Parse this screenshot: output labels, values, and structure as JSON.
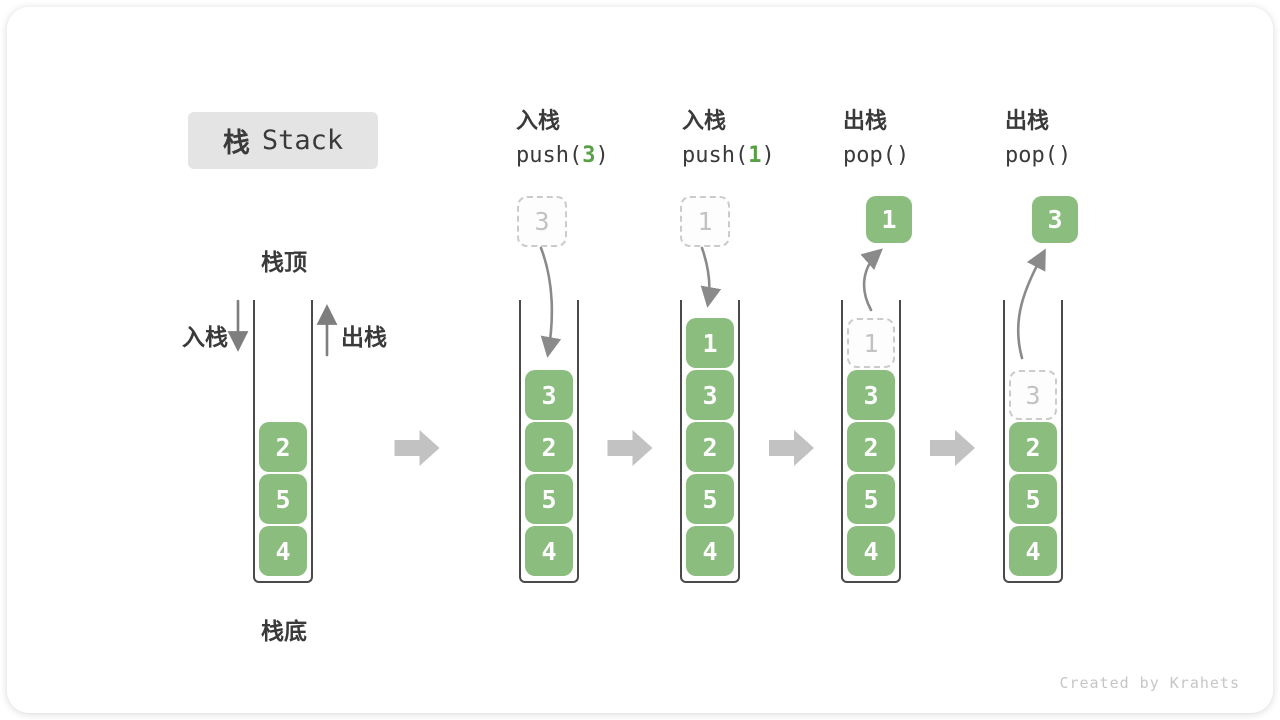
{
  "title": {
    "zh": "栈",
    "en": "Stack"
  },
  "side_labels": {
    "top": "栈顶",
    "bottom": "栈底",
    "push": "入栈",
    "pop": "出栈"
  },
  "watermark": "Created by Krahets",
  "colors": {
    "block_green": "#8ABD7E",
    "code_arg_green": "#58A046",
    "ghost_border": "#CBCBCB",
    "ghost_text": "#C2C2C2",
    "wall_dark": "#4A4A4A",
    "text_dark": "#3A3A3A",
    "flow_arrow_gray": "#C2C2C2",
    "thin_arrow_gray": "#8A8A8A",
    "title_bg": "#E4E4E4",
    "watermark_gray": "#C6C6C6"
  },
  "columns": [
    {
      "header": null,
      "floating": null,
      "blocks": [
        {
          "v": "2"
        },
        {
          "v": "5"
        },
        {
          "v": "4"
        }
      ]
    },
    {
      "header": {
        "zh": "入栈",
        "code_pre": "push(",
        "code_arg": "3",
        "code_post": ")"
      },
      "floating": {
        "v": "3",
        "style": "ghost"
      },
      "blocks": [
        {
          "v": "3"
        },
        {
          "v": "2"
        },
        {
          "v": "5"
        },
        {
          "v": "4"
        }
      ]
    },
    {
      "header": {
        "zh": "入栈",
        "code_pre": "push(",
        "code_arg": "1",
        "code_post": ")"
      },
      "floating": {
        "v": "1",
        "style": "ghost"
      },
      "blocks": [
        {
          "v": "1"
        },
        {
          "v": "3"
        },
        {
          "v": "2"
        },
        {
          "v": "5"
        },
        {
          "v": "4"
        }
      ]
    },
    {
      "header": {
        "zh": "出栈",
        "code_pre": "pop()",
        "code_arg": "",
        "code_post": ""
      },
      "floating": {
        "v": "1",
        "style": "solid"
      },
      "blocks": [
        {
          "v": "1",
          "ghost": true
        },
        {
          "v": "3"
        },
        {
          "v": "2"
        },
        {
          "v": "5"
        },
        {
          "v": "4"
        }
      ]
    },
    {
      "header": {
        "zh": "出栈",
        "code_pre": "pop()",
        "code_arg": "",
        "code_post": ""
      },
      "floating": {
        "v": "3",
        "style": "solid"
      },
      "blocks": [
        {
          "v": "3",
          "ghost": true
        },
        {
          "v": "2"
        },
        {
          "v": "5"
        },
        {
          "v": "4"
        }
      ]
    }
  ]
}
